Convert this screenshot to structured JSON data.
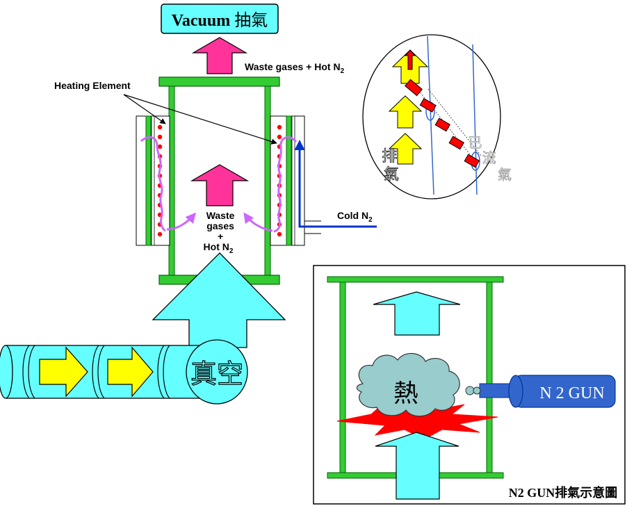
{
  "title": {
    "latin": "Vacuum",
    "cjk": "抽氣"
  },
  "labels": {
    "waste_top": "Waste gases + Hot N",
    "waste_top_sub": "2",
    "heating_element": "Heating Element",
    "center_line1": "Waste",
    "center_line2": "gases",
    "center_line3": "+",
    "center_line4": "Hot N",
    "center_line4_sub": "2",
    "cold_n2": "Cold N",
    "cold_n2_sub": "2",
    "vacuum_pipe": "真空",
    "exhaust_vertical_1": "排",
    "exhaust_vertical_2": "氣",
    "exhaust_faint_1": "已",
    "exhaust_faint_2": "流",
    "exhaust_faint_3": "氣",
    "heat": "熱",
    "n2_gun": "N 2 GUN",
    "inset_caption": "N2 GUN排氣示意圖"
  },
  "colors": {
    "frame_green": "#33cc33",
    "frame_outline": "#006600",
    "magenta_arrow": "#ff3399",
    "cyan_fill": "#66ffff",
    "yellow_arrow": "#ffff00",
    "heater_dot": "#ff0000",
    "wavy_line": "#cc66ff",
    "cold_line": "#0033cc",
    "gun_blue": "#3366cc",
    "cloud": "#99cccc",
    "burst": "#ff0000"
  },
  "icons": {
    "flow_arrow": "up-arrow-icon",
    "pipe_arrow": "right-arrow-icon",
    "heat_burst": "explosion-icon",
    "heat_cloud": "cloud-icon"
  }
}
